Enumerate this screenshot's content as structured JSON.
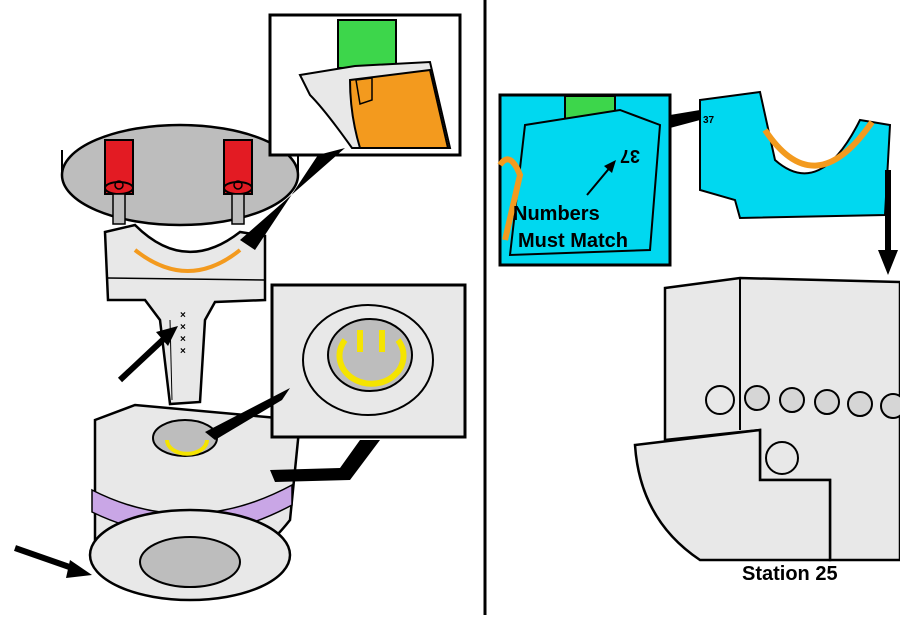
{
  "labels": {
    "numbers_must_match_line1": "Numbers",
    "numbers_must_match_line2": "Must Match",
    "station": "Station 25",
    "cap_number": "37",
    "rod_number": "37",
    "rod_marks": [
      "×",
      "×",
      "×",
      "×"
    ]
  },
  "colors": {
    "outline": "#000000",
    "part_gray": "#e8e8e8",
    "part_gray_dark": "#bdbdbd",
    "bearing_orange": "#f39a1e",
    "bolt_red": "#e31b23",
    "clip_yellow": "#f5e400",
    "ring_purple": "#c9a6e6",
    "cap_cyan": "#00d8f0",
    "gear_green": "#3dd64b",
    "bolt_hex_gray": "#d6d6d6"
  }
}
